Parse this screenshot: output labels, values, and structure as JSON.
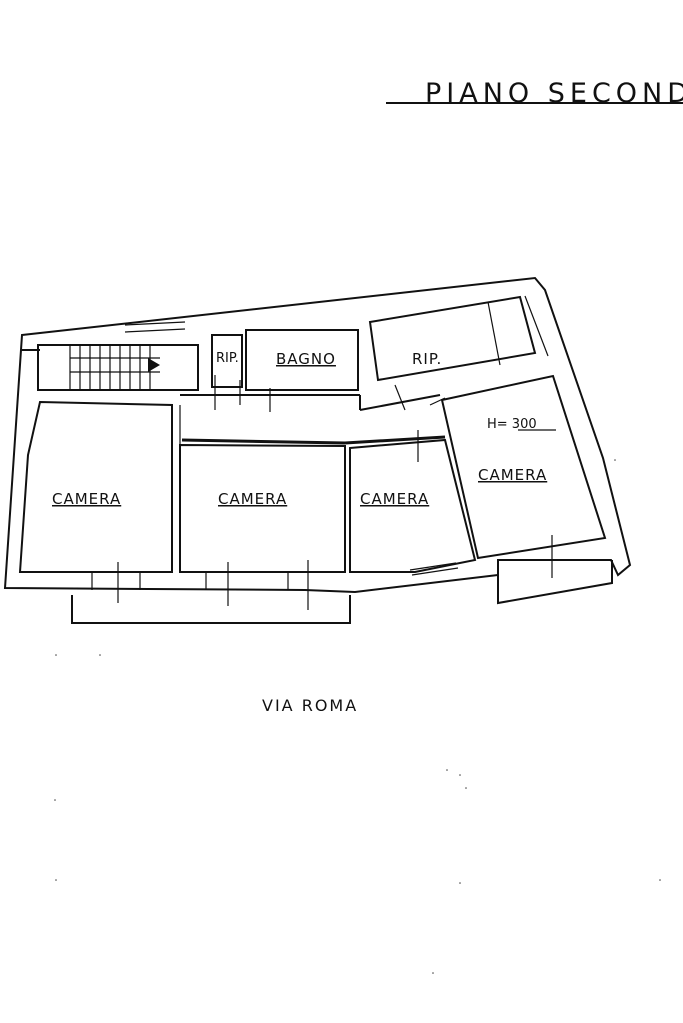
{
  "plan": {
    "title": "PIANO SECONDO",
    "height_note": "H= 300",
    "street": "VIA ROMA",
    "rooms": {
      "stair_landing": "RIP.",
      "wc": "RIP.",
      "bath": "BAGNO",
      "bedroom_1": "CAMERA",
      "bedroom_2": "CAMERA",
      "bedroom_3": "CAMERA",
      "bedroom_4": "CAMERA"
    }
  }
}
